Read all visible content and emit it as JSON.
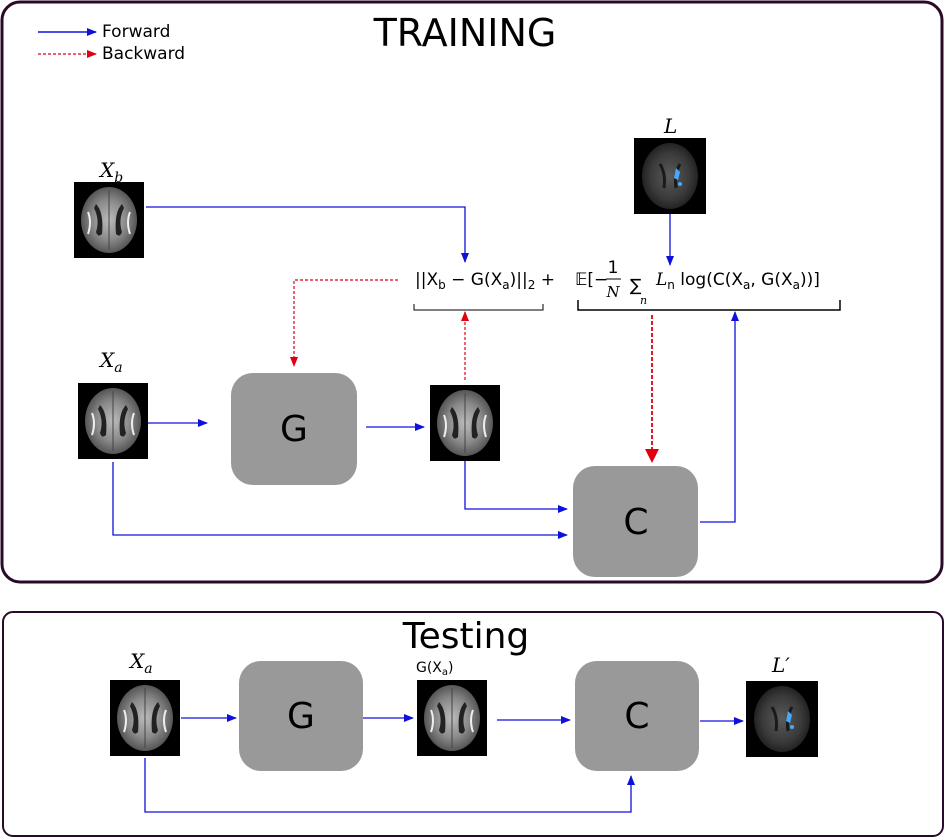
{
  "training": {
    "title": "TRAINING",
    "legend": {
      "forward": "Forward",
      "backward": "Backward"
    },
    "labels": {
      "xb": "X",
      "xb_sub": "b",
      "xa": "X",
      "xa_sub": "a",
      "l": "L"
    },
    "blocks": {
      "g": "G",
      "c": "C"
    },
    "formula": {
      "left": "||X",
      "left_sub": "b",
      "mid": " − G(X",
      "mid_sub": "a",
      "mid_close": ")||",
      "norm_sub": "2",
      "plus": " + ",
      "expect": "𝔼[−",
      "frac_num": "1",
      "frac_den": "N",
      "sum": "∑",
      "sum_sub": "n",
      "ln": "L",
      "ln_sub": "n",
      "log": " log(C(X",
      "log_sub": "a",
      "log_mid": ", G(X",
      "log_sub2": "a",
      "log_close": "))]"
    }
  },
  "testing": {
    "title": "Testing",
    "labels": {
      "xa": "X",
      "xa_sub": "a",
      "gxa": "G(X",
      "gxa_sub": "a",
      "gxa_close": ")",
      "lprime": "L′"
    },
    "blocks": {
      "g": "G",
      "c": "C"
    }
  },
  "colors": {
    "forward": "#1010dd",
    "backward": "#e00010",
    "block": "#999999",
    "frame": "#2a0a2a"
  }
}
